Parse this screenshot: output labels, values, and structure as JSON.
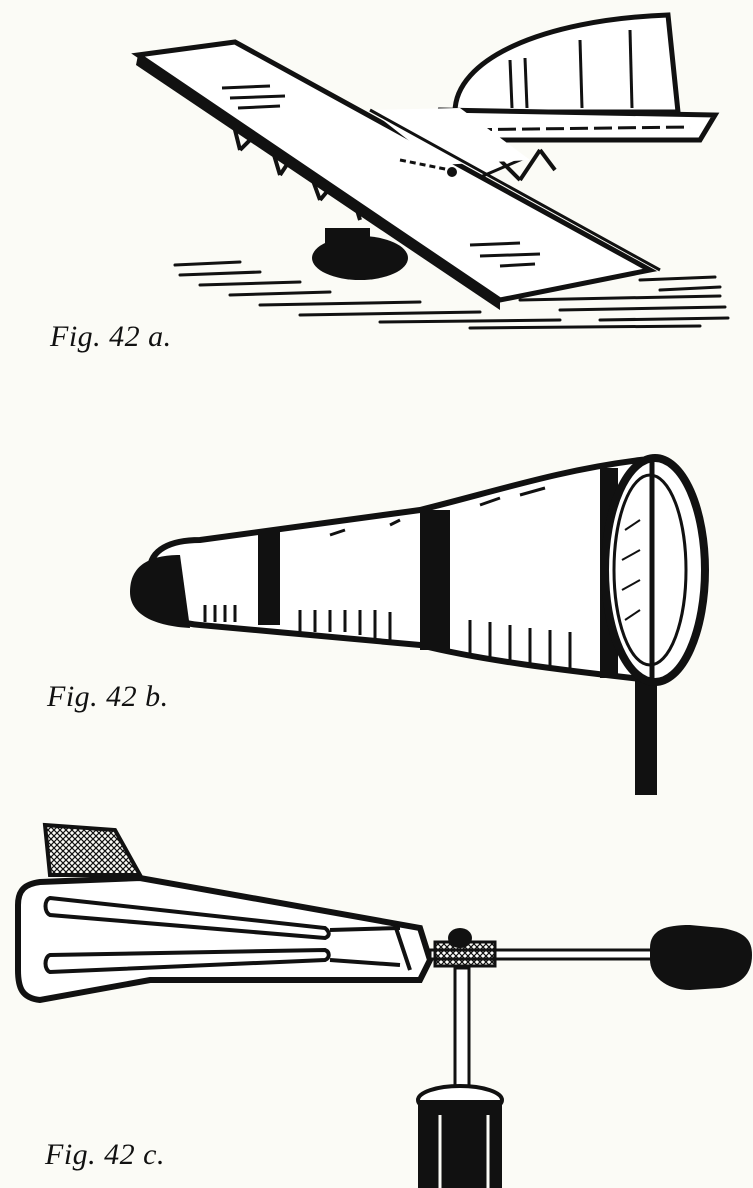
{
  "figures": [
    {
      "id": "a",
      "caption": "Fig. 42 a."
    },
    {
      "id": "b",
      "caption": "Fig. 42 b."
    },
    {
      "id": "c",
      "caption": "Fig. 42 c."
    }
  ]
}
